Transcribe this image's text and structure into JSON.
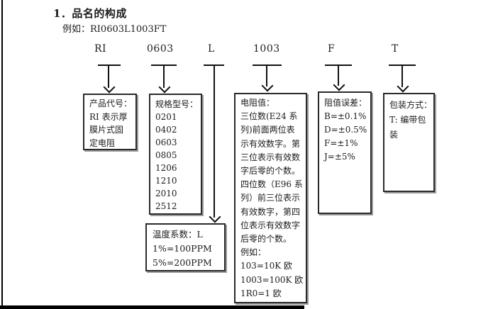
{
  "document": {
    "title": "1．品名的构成",
    "example": "例如：RI0603L1003FT"
  },
  "segments": [
    "RI",
    "0603",
    "L",
    "1003",
    "F",
    "T"
  ],
  "boxes": {
    "product_code": {
      "lines": [
        "产品代号：",
        "RI 表示厚",
        "膜片式固",
        "定电阻"
      ]
    },
    "size_code": {
      "lines": [
        "规格型号：",
        "0201",
        "0402",
        "0603",
        "0805",
        "1206",
        "1210",
        "2010",
        "2512"
      ]
    },
    "tcr": {
      "lines": [
        "温度系数：L",
        "1%=100PPM",
        "5%=200PPM"
      ]
    },
    "resistance": {
      "lines": [
        "电阻值：",
        "三位数(E24 系",
        "列)前面两位表",
        "示有效数字。第",
        "三位表示有效数",
        "字后零的个数。",
        "四位数（E96 系",
        "列）前三位表示",
        "有效数字，第四",
        "位表示有效数字",
        "后零的个数。",
        "例如：",
        "103=10K 欧",
        "1003=100K 欧",
        "1R0=1 欧"
      ]
    },
    "tolerance": {
      "lines": [
        "阻值误差：",
        "B=±0.1%",
        "D=±0.5%",
        "F=±1%",
        "J=±5%"
      ]
    },
    "packaging": {
      "lines": [
        "包装方式：",
        "T: 编带包",
        "装"
      ]
    }
  },
  "colors": {
    "ink": "#1c1c1c",
    "box_border": "#2a2a2a",
    "box_shadow": "#9c9c9c",
    "page_edge": "#000000",
    "background": "#ffffff"
  }
}
